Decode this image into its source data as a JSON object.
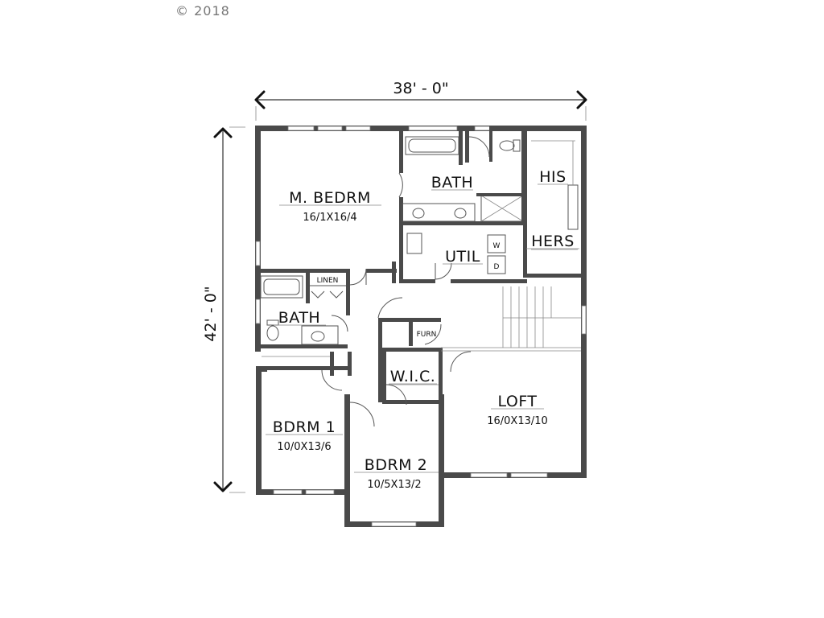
{
  "copyright": "© 2018",
  "dimensions": {
    "width": "38' - 0\"",
    "depth": "42' - 0\""
  },
  "rooms": {
    "master_bedroom": {
      "name": "M. BEDRM",
      "size": "16/1X16/4"
    },
    "master_bath": {
      "name": "BATH"
    },
    "his_closet": {
      "name": "HIS"
    },
    "hers_closet": {
      "name": "HERS"
    },
    "utility": {
      "name": "UTIL"
    },
    "linen": {
      "name": "LINEN"
    },
    "hall_bath": {
      "name": "BATH"
    },
    "furnace": {
      "name": "FURN"
    },
    "wic": {
      "name": "W.I.C."
    },
    "loft": {
      "name": "LOFT",
      "size": "16/0X13/10"
    },
    "bedroom1": {
      "name": "BDRM 1",
      "size": "10/0X13/6"
    },
    "bedroom2": {
      "name": "BDRM 2",
      "size": "10/5X13/2"
    }
  },
  "appliances": {
    "dryer": "D",
    "washer": "W"
  }
}
